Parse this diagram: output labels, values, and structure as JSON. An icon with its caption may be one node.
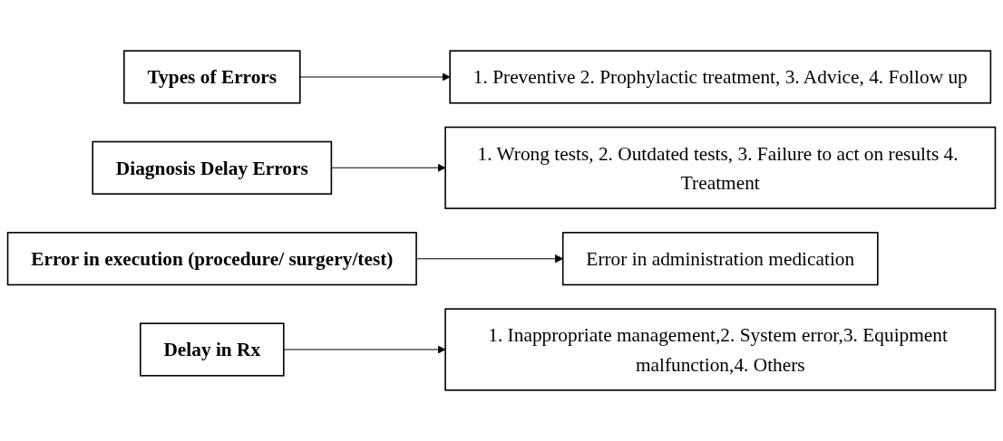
{
  "diagram": {
    "nodes": [
      {
        "text": [
          "Types of Errors"
        ]
      },
      {
        "text": [
          "1. Preventive 2. Prophylactic treatment, 3. Advice, 4. Follow up"
        ]
      },
      {
        "text": [
          "Diagnosis Delay Errors"
        ]
      },
      {
        "text": [
          "1. Wrong tests, 2. Outdated tests, 3. Failure to act on results 4. Treatment"
        ]
      },
      {
        "text": [
          "Error in execution (procedure/ surgery/test)"
        ]
      },
      {
        "text": [
          "Error in administration medication"
        ]
      },
      {
        "text": [
          "Delay in Rx"
        ]
      },
      {
        "text": [
          "1. Inappropriate management,2. System error,3. Equipment malfunction,4. Others"
        ]
      }
    ],
    "edges": [
      {
        "from": 0,
        "to": 1,
        "arrow": "to"
      },
      {
        "from": 2,
        "to": 3,
        "arrow": "to"
      },
      {
        "from": 4,
        "to": 5,
        "arrow": "to"
      },
      {
        "from": 6,
        "to": 7,
        "arrow": "to"
      }
    ]
  }
}
